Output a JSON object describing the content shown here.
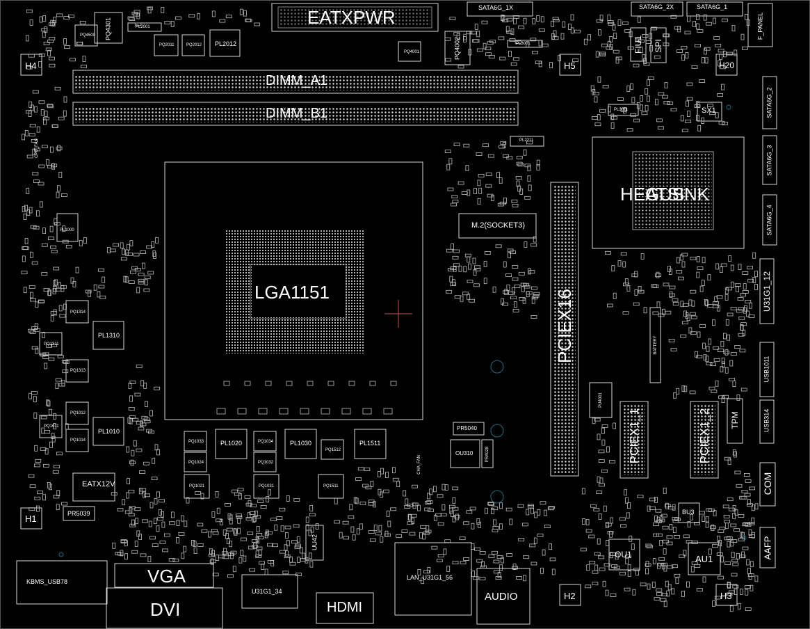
{
  "connectors": {
    "eatxpwr": "EATXPWR",
    "dimm_a1": "DIMM_A1",
    "dimm_b1": "DIMM_B1",
    "lga1151": "LGA1151",
    "pciex16": "PCIEX16",
    "heatsink": "HEATSINK",
    "heatsink_overlap": "GUS",
    "m2": "M.2(SOCKET3)",
    "eatx12v": "EATX12V",
    "vga": "VGA",
    "dvi": "DVI",
    "hdmi": "HDMI",
    "audio": "AUDIO",
    "kbms_usb78": "KBMS_USB78",
    "u31g1_34": "U31G1_34",
    "lan_u31g1_56": "LAN_U31G1_56",
    "pciex1_1": "PCIEX1_1",
    "pciex1_2": "PCIEX1_2",
    "com": "COM",
    "aafp": "AAFP",
    "tpm": "TPM",
    "usb314": "USB314",
    "usb1011": "USB1011",
    "u31g1_12": "U31G1_12",
    "battery": "BATTERY",
    "spi": "SPI",
    "fiu1": "FIU1",
    "sx1": "SX1",
    "f_panel": "F_PANEL",
    "sata6g_1x": "SATA6G_1X",
    "sata6g_2x": "SATA6G_2X",
    "sata6g_1": "SATA6G_1",
    "sata6g_2": "SATA6G_2",
    "sata6g_3": "SATA6G_3",
    "sata6g_4": "SATA6G_4",
    "cpu_fan": "CPU_FAN",
    "cha_fan": "CHA_FAN"
  },
  "mounting_holes": {
    "h1": "H1",
    "h2": "H2",
    "h3": "H3",
    "h4": "H4",
    "h5": "H5",
    "h20": "H20"
  },
  "chips": {
    "ou1": "OU1",
    "au1": "AU1",
    "bu3": "BU3",
    "ou310": "OU310",
    "pu4001": "PU4001",
    "uu42": "UU42"
  },
  "inductors": {
    "pl2012": "PL2012",
    "pl1310": "PL1310",
    "pl1010": "PL1010",
    "pl1020": "PL1020",
    "pl1030": "PL1030",
    "pl1511": "PL1511",
    "pl2211": "PL2211",
    "pl3011": "PL3011",
    "pl2001": "PL2001",
    "pl3001": "PL3001",
    "pl1000": "PL1000"
  },
  "small_parts": {
    "pr5039": "PR5039",
    "pr5040": "PR5040",
    "pra028": "PRA028",
    "pq4301": "PQ4301",
    "pq4002": "PQ4002",
    "pq4001": "PQ4001",
    "pq2011": "PQ2011",
    "pq2012": "PQ2012",
    "pq4500": "PQ4500",
    "pq1314": "PQ1314",
    "pq1311": "PQ1311",
    "pq1313": "PQ1313",
    "pq1012": "PQ1012",
    "pq1011": "PQ1011",
    "pq1014": "PQ1014",
    "pq1033": "PQ1033",
    "pq1034": "PQ1034",
    "pq1024": "PQ1024",
    "pq1032": "PQ1032",
    "pq1512": "PQ1512",
    "pq1511": "PQ1511",
    "pq1021": "PQ1021",
    "pq1031": "PQ1031"
  },
  "colors": {
    "background": "#000000",
    "outline": "#d8d8d8",
    "cursor": "#c0504d",
    "via_ring": "#1b6e8a"
  }
}
